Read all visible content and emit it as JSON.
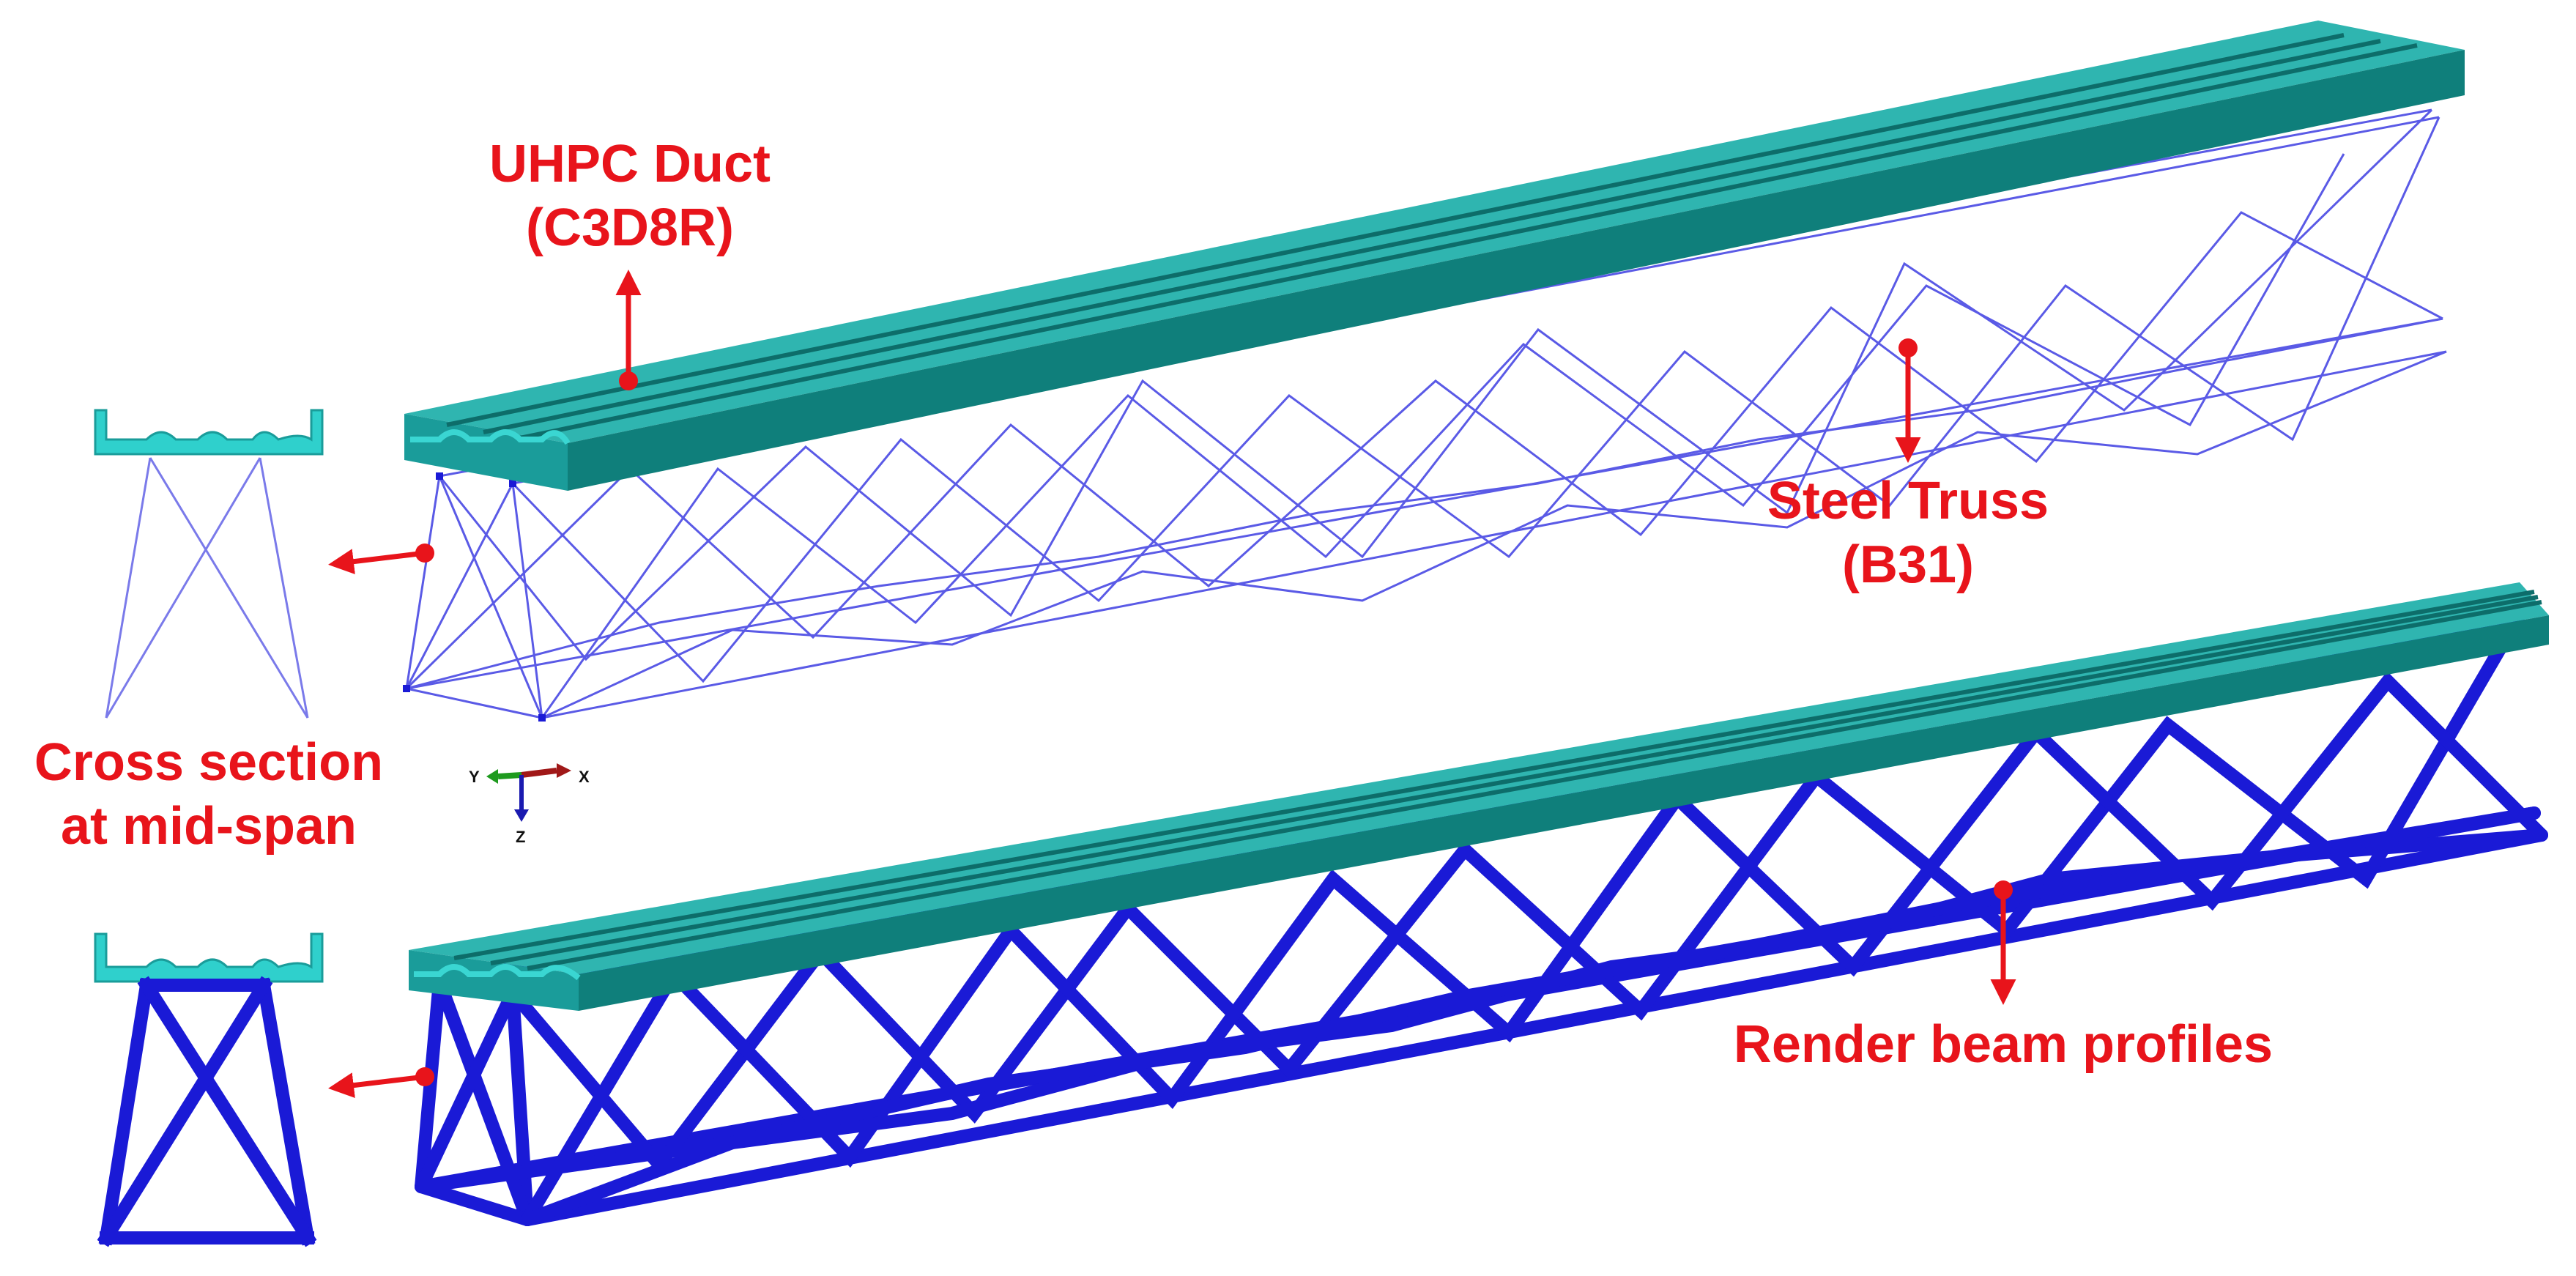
{
  "labels": {
    "uhpc_duct_line1": "UHPC Duct",
    "uhpc_duct_line2": "(C3D8R)",
    "steel_truss_line1": "Steel Truss",
    "steel_truss_line2": "(B31)",
    "cross_section_line1": "Cross section",
    "cross_section_line2": "at mid-span",
    "render_profiles": "Render beam profiles"
  },
  "axis_triad": {
    "x_label": "X",
    "y_label": "Y",
    "z_label": "Z"
  },
  "colors": {
    "annotation_red": "#e8141b",
    "duct_teal": "#1a9c9a",
    "duct_top": "#2fb5b0",
    "duct_side": "#0f7f7b",
    "duct_light": "#3ad6d2",
    "wire_blue": "#5a5ae6",
    "truss_blue": "#1a1ad6",
    "axis_x": "#a01818",
    "axis_y": "#1e9a1e",
    "axis_z": "#1a1ab0"
  }
}
